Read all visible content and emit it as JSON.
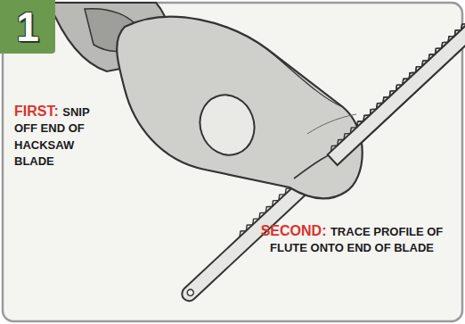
{
  "diagram": {
    "nodes": [
      {
        "text": [
          "1"
        ]
      }
    ],
    "labels": [
      "FIRST:",
      "SNIP OFF END OF HACKSAW BLADE",
      "SECOND:",
      "TRACE PROFILE OF FLUTE ONTO END OF BLADE"
    ]
  }
}
